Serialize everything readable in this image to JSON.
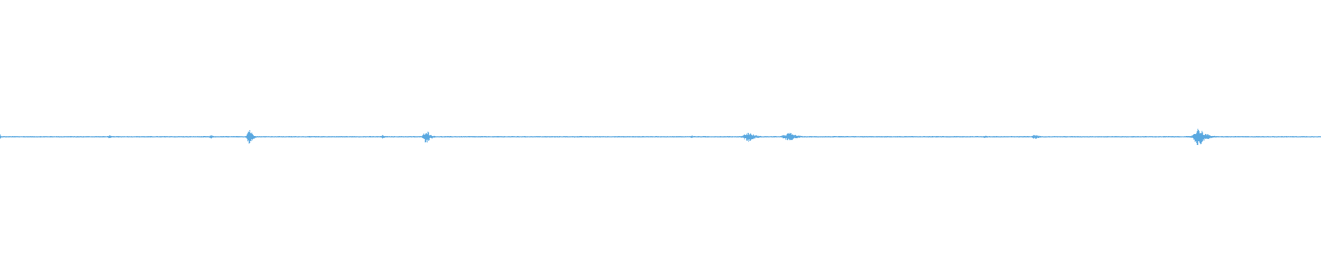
{
  "waveform": {
    "color": "#5aa8e0",
    "background": "#ffffff",
    "bursts": [
      {
        "position": 0.0,
        "amplitude": 0.012,
        "width": 0.003
      },
      {
        "position": 0.083,
        "amplitude": 0.006,
        "width": 0.01
      },
      {
        "position": 0.16,
        "amplitude": 0.007,
        "width": 0.008
      },
      {
        "position": 0.189,
        "amplitude": 0.035,
        "width": 0.01
      },
      {
        "position": 0.29,
        "amplitude": 0.008,
        "width": 0.008
      },
      {
        "position": 0.323,
        "amplitude": 0.03,
        "width": 0.012
      },
      {
        "position": 0.435,
        "amplitude": 0.004,
        "width": 0.004
      },
      {
        "position": 0.524,
        "amplitude": 0.006,
        "width": 0.01
      },
      {
        "position": 0.567,
        "amplitude": 0.018,
        "width": 0.022
      },
      {
        "position": 0.598,
        "amplitude": 0.016,
        "width": 0.026
      },
      {
        "position": 0.746,
        "amplitude": 0.006,
        "width": 0.01
      },
      {
        "position": 0.784,
        "amplitude": 0.009,
        "width": 0.016
      },
      {
        "position": 0.847,
        "amplitude": 0.003,
        "width": 0.004
      },
      {
        "position": 0.908,
        "amplitude": 0.034,
        "width": 0.022
      }
    ]
  }
}
